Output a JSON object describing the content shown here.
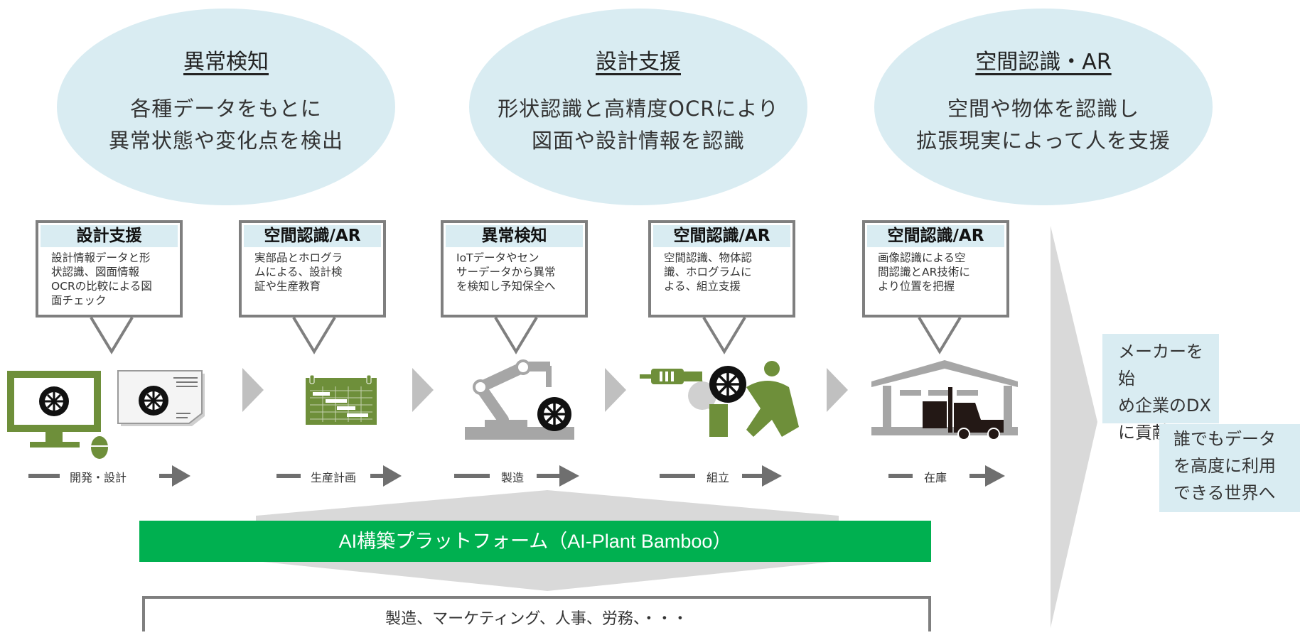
{
  "ellipses": [
    {
      "title": "異常検知",
      "line1": "各種データをもとに",
      "line2": "異常状態や変化点を検出"
    },
    {
      "title": "設計支援",
      "line1": "形状認識と高精度OCRにより",
      "line2": "図面や設計情報を認識"
    },
    {
      "title": "空間認識・AR",
      "line1": "空間や物体を認識し",
      "line2": "拡張現実によって人を支援"
    }
  ],
  "cards": [
    {
      "title": "設計支援",
      "lines": [
        "設計情報データと形",
        "状認識、図面情報",
        "OCRの比較による図",
        "面チェック"
      ]
    },
    {
      "title": "空間認識/AR",
      "lines": [
        "実部品とホログラ",
        "ムによる、設計検",
        "証や生産教育"
      ]
    },
    {
      "title": "異常検知",
      "lines": [
        "IoTデータやセン",
        "サーデータから異常",
        "を検知し予知保全へ"
      ]
    },
    {
      "title": "空間認識/AR",
      "lines": [
        "空間認識、物体認",
        "識、ホログラムに",
        "よる、組立支援"
      ]
    },
    {
      "title": "空間認識/AR",
      "lines": [
        "画像認識による空",
        "間認識とAR技術に",
        "より位置を把握"
      ]
    }
  ],
  "stages": [
    "開発・設計",
    "生産計画",
    "製造",
    "組立",
    "在庫"
  ],
  "platform": "AI構築プラットフォーム（AI-Plant Bamboo）",
  "domains": "製造、マーケティング、人事、労務、・・・",
  "right": {
    "box1": [
      "メーカーを始",
      "め企業のDX",
      "に貢献"
    ],
    "box2": [
      "誰でもデータ",
      "を高度に利用",
      "できる世界へ"
    ]
  },
  "colors": {
    "ellipse": "#d9ecf2",
    "platform": "#00b050",
    "icon_green": "#6e8f3a",
    "border_gray": "#7f7f7f"
  },
  "icons": [
    "monitor-wheel-icon",
    "drawing-wheel-icon",
    "gantt-calendar-icon",
    "robot-arm-wheel-icon",
    "worker-drill-wheel-icon",
    "warehouse-forklift-icon"
  ]
}
